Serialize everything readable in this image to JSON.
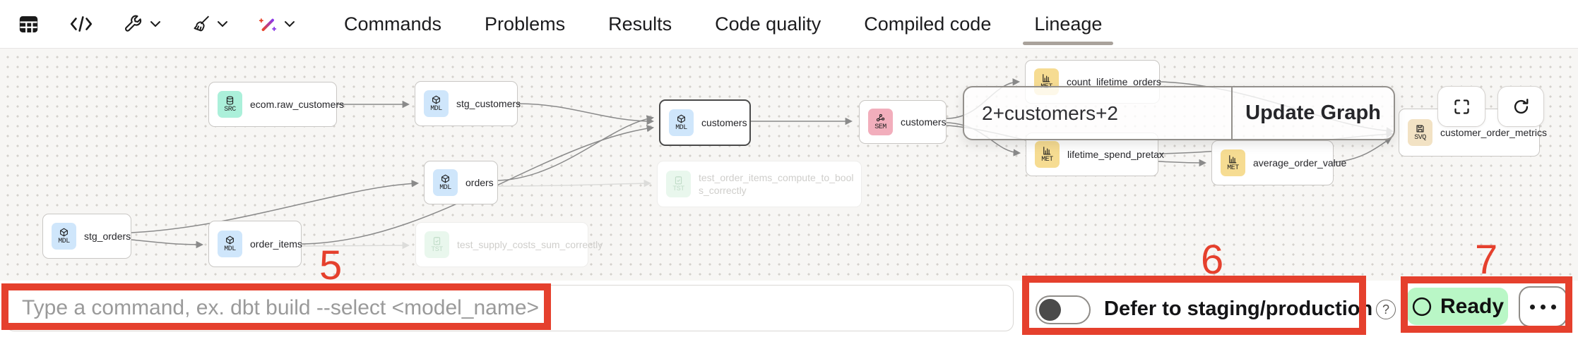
{
  "topbar": {
    "icons": [
      "table-view",
      "code",
      "wrench-menu",
      "broom-menu",
      "magic-wand-menu"
    ],
    "tabs": [
      {
        "label": "Commands",
        "active": false
      },
      {
        "label": "Problems",
        "active": false
      },
      {
        "label": "Results",
        "active": false
      },
      {
        "label": "Code quality",
        "active": false
      },
      {
        "label": "Compiled code",
        "active": false
      },
      {
        "label": "Lineage",
        "active": true
      }
    ]
  },
  "lineage": {
    "nodes": [
      {
        "badge": "SRC",
        "label": "ecom.raw_customers",
        "state": "normal"
      },
      {
        "badge": "MDL",
        "label": "stg_customers",
        "state": "normal"
      },
      {
        "badge": "MDL",
        "label": "customers",
        "state": "selected"
      },
      {
        "badge": "SEM",
        "label": "customers",
        "state": "normal"
      },
      {
        "badge": "MDL",
        "label": "orders",
        "state": "normal"
      },
      {
        "badge": "MDL",
        "label": "stg_orders",
        "state": "normal"
      },
      {
        "badge": "MDL",
        "label": "order_items",
        "state": "normal"
      },
      {
        "badge": "TST",
        "label": "test_supply_costs_sum_correctly",
        "state": "faded"
      },
      {
        "badge": "TST",
        "label": "test_order_items_compute_to_bools_correctly",
        "state": "faded"
      },
      {
        "badge": "MET",
        "label": "count_lifetime_orders",
        "state": "normal"
      },
      {
        "badge": "MET",
        "label": "lifetime_spend_pretax",
        "state": "normal"
      },
      {
        "badge": "MET",
        "label": "average_order_value",
        "state": "normal"
      },
      {
        "badge": "SVQ",
        "label": "customer_order_metrics",
        "state": "normal"
      }
    ],
    "overlay": {
      "query": "2+customers+2",
      "button": "Update Graph"
    },
    "controls": [
      "fullscreen",
      "refresh"
    ]
  },
  "bottom_bar": {
    "command_placeholder": "Type a command, ex. dbt build --select <model_name>",
    "defer_label": "Defer to staging/production",
    "defer_state": "off",
    "help": "?",
    "status_label": "Ready"
  },
  "annotations": {
    "labels": [
      "5",
      "6",
      "7"
    ],
    "color": "#e5402d"
  },
  "colors": {
    "annotation_red": "#e5402d",
    "ready_green_bg": "#b9f7c6",
    "badge_src": "#abf0da",
    "badge_mdl": "#cfe6fb",
    "badge_sem": "#f2aebc",
    "badge_met": "#f6dc92",
    "badge_svq": "#f2e2c4",
    "badge_tst": "#e9f7ed"
  }
}
